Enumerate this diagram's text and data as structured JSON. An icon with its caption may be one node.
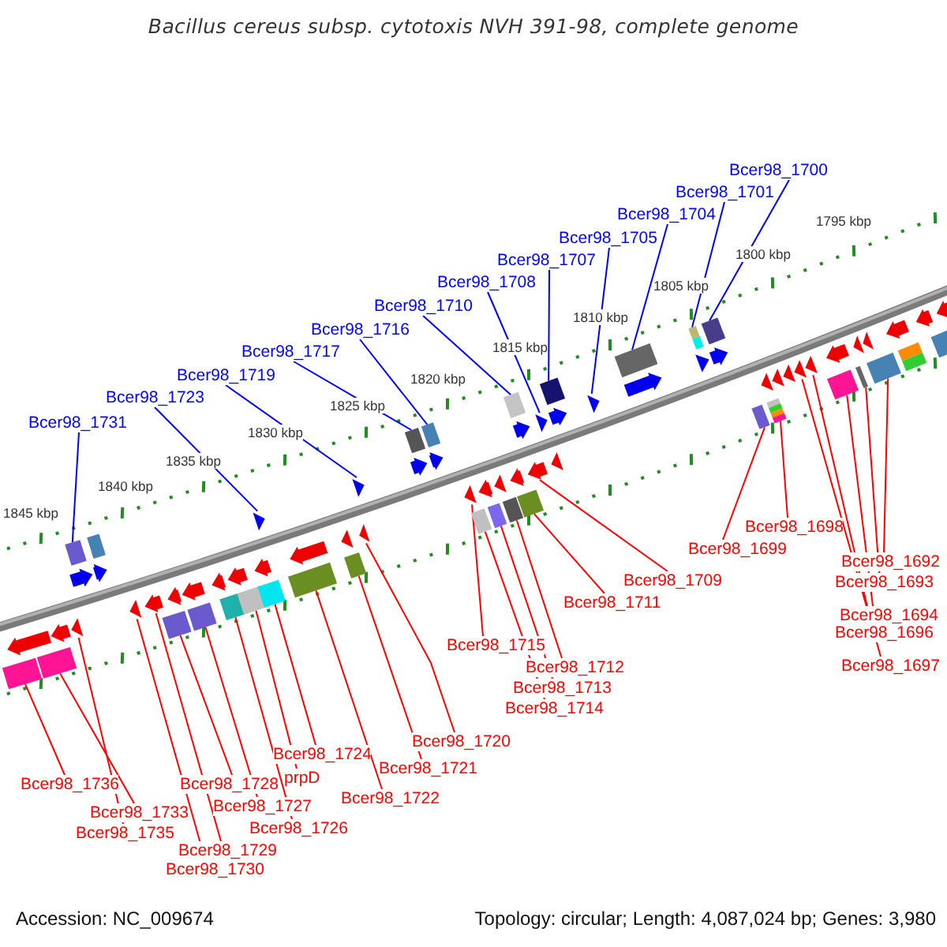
{
  "diagram": {
    "title": "Bacillus cereus subsp. cytotoxis NVH 391-98, complete genome",
    "nodes": [
      {
        "text": [
          "Bcer98_1700"
        ]
      },
      {
        "text": [
          "Bcer98_1701"
        ]
      },
      {
        "text": [
          "Bcer98_1704"
        ]
      },
      {
        "text": [
          "Bcer98_1705"
        ]
      },
      {
        "text": [
          "Bcer98_1707"
        ]
      },
      {
        "text": [
          "Bcer98_1708"
        ]
      },
      {
        "text": [
          "Bcer98_1710"
        ]
      },
      {
        "text": [
          "Bcer98_1716"
        ]
      },
      {
        "text": [
          "Bcer98_1717"
        ]
      },
      {
        "text": [
          "Bcer98_1719"
        ]
      },
      {
        "text": [
          "Bcer98_1723"
        ]
      },
      {
        "text": [
          "Bcer98_1731"
        ]
      },
      {
        "text": [
          "Bcer98_1699"
        ]
      },
      {
        "text": [
          "Bcer98_1698"
        ]
      },
      {
        "text": [
          "Bcer98_1692"
        ]
      },
      {
        "text": [
          "Bcer98_1693"
        ]
      },
      {
        "text": [
          "Bcer98_1694"
        ]
      },
      {
        "text": [
          "Bcer98_1696"
        ]
      },
      {
        "text": [
          "Bcer98_1697"
        ]
      },
      {
        "text": [
          "Bcer98_1709"
        ]
      },
      {
        "text": [
          "Bcer98_1711"
        ]
      },
      {
        "text": [
          "Bcer98_1715"
        ]
      },
      {
        "text": [
          "Bcer98_1712"
        ]
      },
      {
        "text": [
          "Bcer98_1713"
        ]
      },
      {
        "text": [
          "Bcer98_1714"
        ]
      },
      {
        "text": [
          "Bcer98_1720"
        ]
      },
      {
        "text": [
          "Bcer98_1721"
        ]
      },
      {
        "text": [
          "Bcer98_1722"
        ]
      },
      {
        "text": [
          "Bcer98_1724"
        ]
      },
      {
        "text": [
          "prpD"
        ]
      },
      {
        "text": [
          "Bcer98_1726"
        ]
      },
      {
        "text": [
          "Bcer98_1727"
        ]
      },
      {
        "text": [
          "Bcer98_1728"
        ]
      },
      {
        "text": [
          "Bcer98_1729"
        ]
      },
      {
        "text": [
          "Bcer98_1730"
        ]
      },
      {
        "text": [
          "Bcer98_1733"
        ]
      },
      {
        "text": [
          "Bcer98_1735"
        ]
      },
      {
        "text": [
          "Bcer98_1736"
        ]
      },
      {
        "text": [],
        "shape": "box"
      },
      {
        "text": [],
        "shape": "box"
      },
      {
        "text": [],
        "shape": "box"
      },
      {
        "text": [],
        "shape": "pentagon"
      },
      {
        "text": [],
        "shape": "pentagon"
      },
      {
        "text": [],
        "shape": "pentagon"
      },
      {
        "text": [],
        "shape": "box"
      },
      {
        "text": [],
        "shape": "box"
      },
      {
        "text": [],
        "shape": "box"
      },
      {
        "text": [],
        "shape": "box"
      },
      {
        "text": [],
        "shape": "pentagon"
      },
      {
        "text": [],
        "shape": "box"
      },
      {
        "text": [],
        "shape": "box"
      },
      {
        "text": [],
        "shape": "box"
      },
      {
        "text": [],
        "shape": "pentagon"
      },
      {
        "text": [],
        "shape": "pentagon"
      },
      {
        "text": [],
        "shape": "box"
      },
      {
        "text": [],
        "shape": "box"
      },
      {
        "text": [],
        "shape": "pentagon"
      },
      {
        "text": [],
        "shape": "box"
      },
      {
        "text": [],
        "shape": "box"
      },
      {
        "text": [],
        "shape": "box"
      },
      {
        "text": [],
        "shape": "box"
      },
      {
        "text": [],
        "shape": "box"
      },
      {
        "text": [],
        "shape": "pentagon"
      },
      {
        "text": [],
        "shape": "pentagon"
      },
      {
        "text": [],
        "shape": "box"
      },
      {
        "text": [],
        "shape": "pentagon"
      },
      {
        "text": [],
        "shape": "box"
      },
      {
        "text": [],
        "shape": "box"
      },
      {
        "text": [],
        "shape": "box"
      },
      {
        "text": [],
        "shape": "box"
      },
      {
        "text": [],
        "shape": "box"
      },
      {
        "text": [],
        "shape": "pentagon"
      },
      {
        "text": [],
        "shape": "pentagon"
      },
      {
        "text": [],
        "shape": "box"
      },
      {
        "text": [],
        "shape": "box"
      },
      {
        "text": [],
        "shape": "box"
      },
      {
        "text": [],
        "shape": "pentagon"
      },
      {
        "text": [],
        "shape": "pentagon"
      },
      {
        "text": [],
        "shape": "pentagon"
      },
      {
        "text": [],
        "shape": "box"
      },
      {
        "text": [],
        "shape": "pentagon"
      },
      {
        "text": [],
        "shape": "pentagon"
      },
      {
        "text": [],
        "shape": "pentagon"
      },
      {
        "text": [],
        "shape": "pentagon"
      },
      {
        "text": [],
        "shape": "pentagon"
      },
      {
        "text": [],
        "shape": "pentagon"
      },
      {
        "text": [],
        "shape": "pentagon"
      },
      {
        "text": [],
        "shape": "pentagon"
      },
      {
        "text": [],
        "shape": "pentagon"
      },
      {
        "text": [],
        "shape": "pentagon"
      },
      {
        "text": [],
        "shape": "pentagon"
      },
      {
        "text": [],
        "shape": "pentagon"
      },
      {
        "text": [],
        "shape": "pentagon"
      },
      {
        "text": [],
        "shape": "pentagon"
      },
      {
        "text": [],
        "shape": "pentagon"
      },
      {
        "text": [],
        "shape": "pentagon"
      },
      {
        "text": [],
        "shape": "pentagon"
      },
      {
        "text": [],
        "shape": "pentagon"
      },
      {
        "text": [],
        "shape": "pentagon"
      },
      {
        "text": [],
        "shape": "pentagon"
      },
      {
        "text": [],
        "shape": "pentagon"
      },
      {
        "text": [],
        "shape": "pentagon"
      },
      {
        "text": [],
        "shape": "pentagon"
      },
      {
        "text": [],
        "shape": "pentagon"
      },
      {
        "text": [],
        "shape": "pentagon"
      },
      {
        "text": [],
        "shape": "pentagon"
      },
      {
        "text": [],
        "shape": "box"
      },
      {
        "text": [],
        "shape": "pentagon"
      },
      {
        "text": [],
        "shape": "pentagon"
      },
      {
        "text": [],
        "shape": "box"
      }
    ],
    "edges": [
      {
        "from": 0,
        "to": 68,
        "arrow": "none",
        "color": "#0000ff"
      },
      {
        "from": 1,
        "to": 67,
        "arrow": "none",
        "color": "#0000ff"
      },
      {
        "from": 2,
        "to": 66,
        "arrow": "none",
        "color": "#0000ff"
      },
      {
        "from": 3,
        "to": 65,
        "arrow": "none",
        "color": "#0000ff"
      },
      {
        "from": 4,
        "to": 64,
        "arrow": "none",
        "color": "#0000ff"
      },
      {
        "from": 5,
        "to": 63,
        "arrow": "none",
        "color": "#0000ff"
      },
      {
        "from": 6,
        "to": 60,
        "arrow": "none",
        "color": "#0000ff"
      },
      {
        "from": 7,
        "to": 55,
        "arrow": "none",
        "color": "#0000ff"
      },
      {
        "from": 8,
        "to": 54,
        "arrow": "none",
        "color": "#0000ff"
      },
      {
        "from": 9,
        "to": 52,
        "arrow": "none",
        "color": "#0000ff"
      },
      {
        "from": 10,
        "to": 48,
        "arrow": "none",
        "color": "#0000ff"
      },
      {
        "from": 11,
        "to": 40,
        "arrow": "none",
        "color": "#0000ff"
      },
      {
        "from": 12,
        "to": 69,
        "arrow": "none"
      },
      {
        "from": 13,
        "to": 70,
        "arrow": "none"
      },
      {
        "from": 14,
        "to": 75,
        "arrow": "none"
      },
      {
        "from": 15,
        "to": 74,
        "arrow": "none"
      },
      {
        "from": 16,
        "to": 73,
        "arrow": "none"
      },
      {
        "from": 17,
        "to": 72,
        "arrow": "none"
      },
      {
        "from": 18,
        "to": 71,
        "arrow": "none"
      },
      {
        "from": 19,
        "to": 62,
        "arrow": "none"
      },
      {
        "from": 20,
        "to": 61,
        "arrow": "none"
      },
      {
        "from": 21,
        "to": 56,
        "arrow": "none"
      },
      {
        "from": 22,
        "to": 59,
        "arrow": "none"
      },
      {
        "from": 23,
        "to": 58,
        "arrow": "none"
      },
      {
        "from": 24,
        "to": 57,
        "arrow": "none"
      },
      {
        "from": 25,
        "to": 53,
        "arrow": "none"
      },
      {
        "from": 26,
        "to": 51,
        "arrow": "none"
      },
      {
        "from": 27,
        "to": 50,
        "arrow": "none"
      },
      {
        "from": 28,
        "to": 49,
        "arrow": "none"
      },
      {
        "from": 29,
        "to": 47,
        "arrow": "none"
      },
      {
        "from": 30,
        "to": 46,
        "arrow": "none"
      },
      {
        "from": 31,
        "to": 45,
        "arrow": "none"
      },
      {
        "from": 32,
        "to": 44,
        "arrow": "none"
      },
      {
        "from": 33,
        "to": 43,
        "arrow": "none"
      },
      {
        "from": 34,
        "to": 42,
        "arrow": "none"
      },
      {
        "from": 35,
        "to": 39,
        "arrow": "none"
      },
      {
        "from": 36,
        "to": 41,
        "arrow": "none"
      },
      {
        "from": 37,
        "to": 38,
        "arrow": "none"
      }
    ],
    "labels": [
      "1795 kbp",
      "1800 kbp",
      "1805 kbp",
      "1810 kbp",
      "1815 kbp",
      "1820 kbp",
      "1825 kbp",
      "1830 kbp",
      "1835 kbp",
      "1840 kbp",
      "1845 kbp",
      "Accession: NC_009674",
      "Topology: circular; Length: 4,087,024 bp; Genes: 3,980"
    ]
  }
}
